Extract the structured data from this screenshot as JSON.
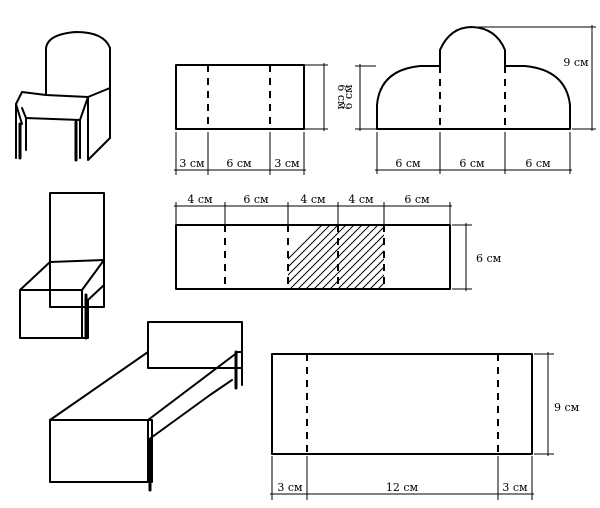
{
  "colors": {
    "ink": "#000000",
    "paper": "#ffffff"
  },
  "armchair": {
    "back_width_labels": [
      "6 см",
      "6 см",
      "6 см"
    ],
    "back_height_label": "9 см",
    "back_side_height_label": "6 см",
    "seat_width_labels": [
      "3 см",
      "6 см",
      "3 см"
    ],
    "seat_height_label": "6 см"
  },
  "chair": {
    "width_labels": [
      "4 см",
      "6 см",
      "4 см",
      "4 см",
      "6 см"
    ],
    "height_label": "6 см"
  },
  "bed": {
    "width_labels": [
      "3 см",
      "12 см",
      "3 см"
    ],
    "height_label": "9 см"
  }
}
